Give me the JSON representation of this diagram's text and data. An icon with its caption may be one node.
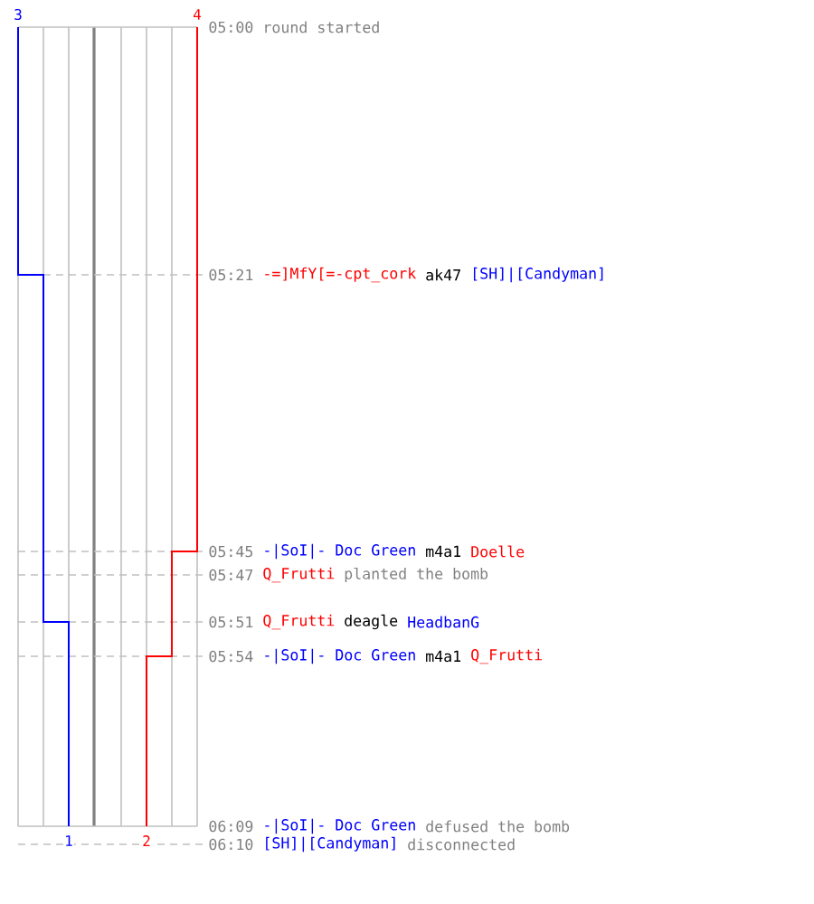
{
  "diagram": {
    "labels": [
      "3",
      "4",
      "05:00",
      "round started",
      "05:21",
      "-=]MfY[=-cpt_cork",
      "ak47",
      "[SH]|[Candyman]",
      "05:45",
      "-|SoI|- Doc Green",
      "m4a1",
      "Doelle",
      "05:47",
      "Q_Frutti",
      "planted the bomb",
      "05:51",
      "Q_Frutti",
      "deagle",
      "HeadbanG",
      "05:54",
      "-|SoI|- Doc Green",
      "m4a1",
      "Q_Frutti",
      "06:09",
      "-|SoI|- Doc Green",
      "defused the bomb",
      "1",
      "2",
      "06:10",
      "[SH]|[Candyman]",
      "disconnected"
    ]
  }
}
